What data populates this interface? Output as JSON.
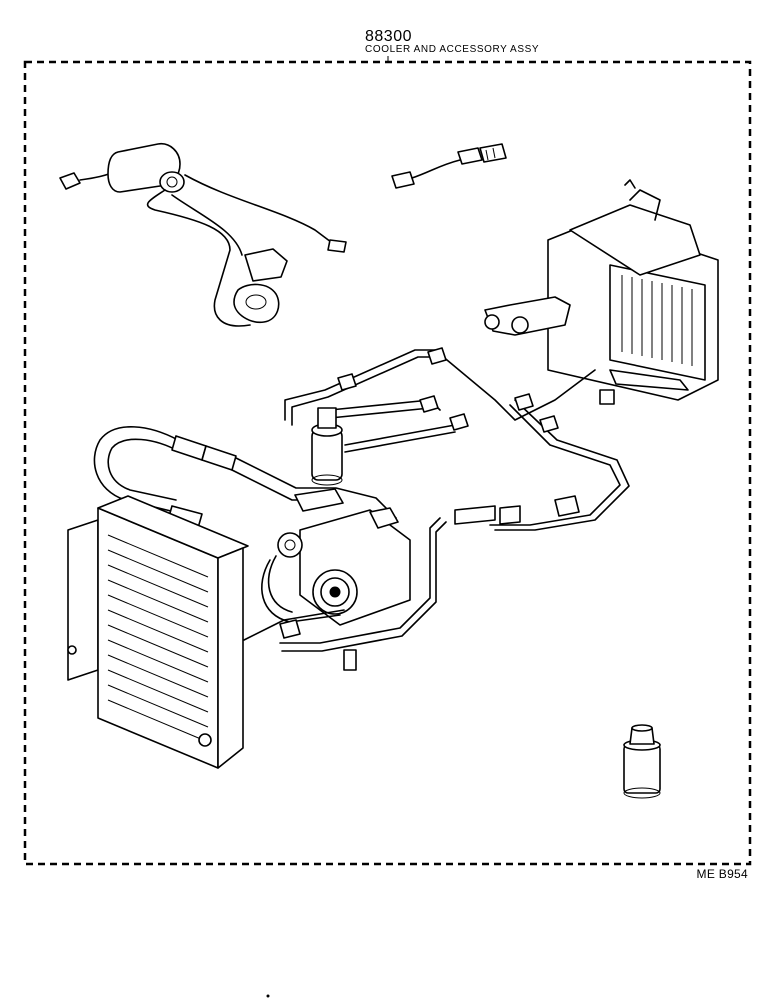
{
  "header": {
    "part_number": "88300",
    "part_title": "COOLER AND ACCESSORY ASSY"
  },
  "footer": {
    "figure_code": "ME B954"
  }
}
